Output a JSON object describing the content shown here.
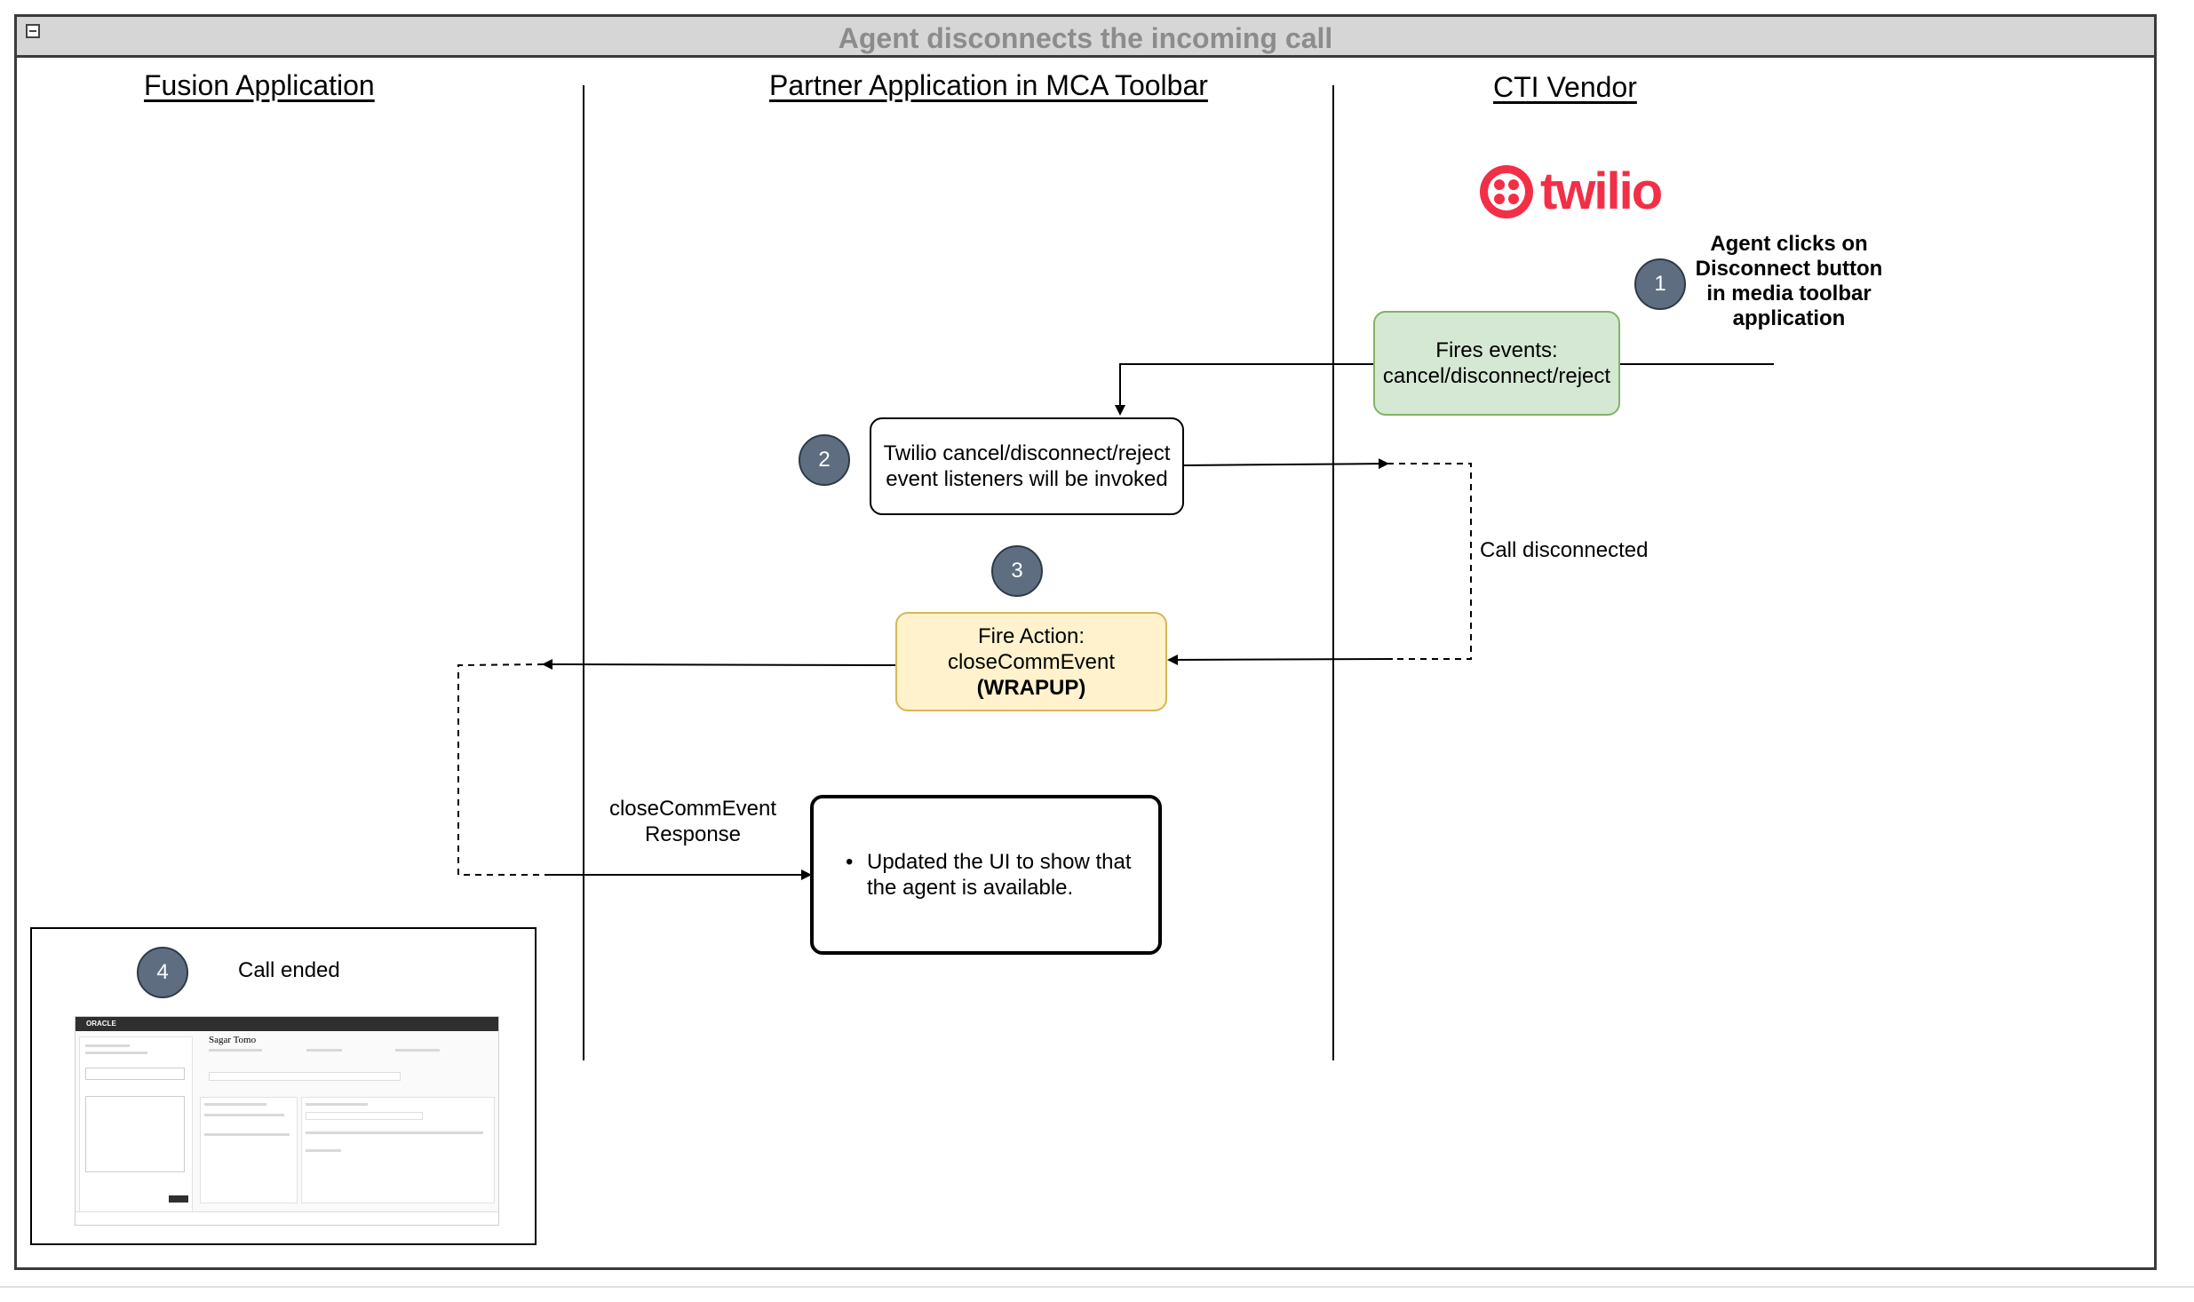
{
  "diagram": {
    "title": "Agent disconnects the incoming call",
    "lanes": [
      "Fusion Application",
      "Partner Application in MCA Toolbar",
      "CTI Vendor"
    ],
    "vendor_logo_text": "twilio",
    "steps": [
      "1",
      "2",
      "3",
      "4"
    ],
    "agent_action_lines": [
      "Agent clicks on",
      "Disconnect button",
      "in media toolbar",
      "application"
    ],
    "fires_events_lines": [
      "Fires events:",
      "cancel/disconnect/reject"
    ],
    "listeners_lines": [
      "Twilio cancel/disconnect/reject",
      "event listeners will be invoked"
    ],
    "call_disconnected": "Call disconnected",
    "fire_action_lines": [
      "Fire Action:",
      "closeCommEvent",
      "(WRAPUP)"
    ],
    "response_lines": [
      "closeCommEvent",
      "Response"
    ],
    "result_bullet_lines": [
      "Updated the UI to show that",
      "the agent is available."
    ],
    "call_ended": "Call ended",
    "screenshot": {
      "brand": "ORACLE",
      "contact_name": "Sagar Tomo"
    },
    "colors": {
      "green_fill": "#d5e8d4",
      "green_border": "#82b366",
      "yellow_fill": "#fff2cc",
      "yellow_border": "#d6b656",
      "step_circle": "#5e6e80",
      "twilio_red": "#f22f46",
      "title_bar": "#d6d6d6"
    }
  }
}
